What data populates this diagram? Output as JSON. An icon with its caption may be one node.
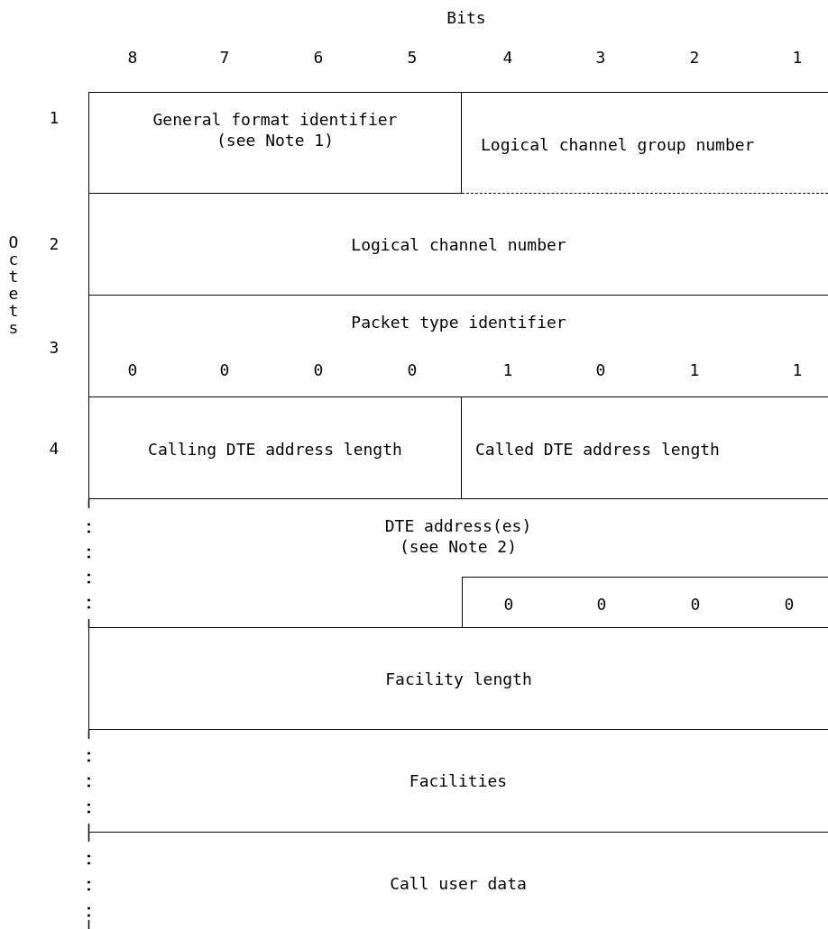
{
  "diagram": {
    "nodes": [
      {
        "text": [
          "General format identifier (see Note 1)"
        ]
      },
      {
        "text": [
          "Logical channel group number"
        ]
      },
      {
        "text": [
          "Logical channel number"
        ]
      },
      {
        "text": [
          "Packet type identifier"
        ]
      },
      {
        "text": [
          "Calling DTE address length"
        ]
      },
      {
        "text": [
          "Called DTE address length"
        ]
      },
      {
        "text": [
          "DTE address(es) (see Note 2)"
        ]
      },
      {
        "text": [
          "0",
          "0",
          "0",
          "0"
        ],
        "in": 6
      },
      {
        "text": [
          "Facility length"
        ]
      },
      {
        "text": [
          "Facilities"
        ]
      },
      {
        "text": [
          "Call user data"
        ]
      }
    ],
    "labels": [
      "Bits",
      "8",
      "7",
      "6",
      "5",
      "4",
      "3",
      "2",
      "1",
      "1",
      "2",
      "Octets",
      "3",
      "4",
      "0",
      "0",
      "0",
      "0",
      "1",
      "0",
      "1",
      "1"
    ]
  }
}
